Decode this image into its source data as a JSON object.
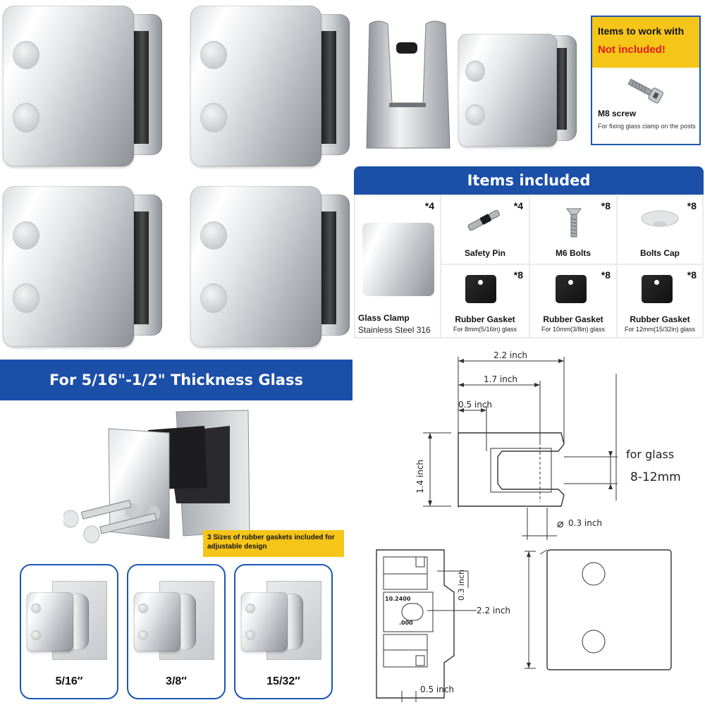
{
  "work_box": {
    "title_line1": "Items to work with",
    "title_line2": "Not included!",
    "item_name": "M8 screw",
    "item_desc": "For fixing glass clamp on the posts"
  },
  "included": {
    "title": "Items included",
    "clamp": {
      "qty": "*4",
      "name": "Glass Clamp",
      "material": "Stainless Steel 316"
    },
    "safety_pin": {
      "qty": "*4",
      "name": "Safety Pin"
    },
    "bolts": {
      "qty": "*8",
      "name": "M6 Bolts"
    },
    "bolts_cap": {
      "qty": "*8",
      "name": "Bolts Cap"
    },
    "gaskets": [
      {
        "qty": "*8",
        "name": "Rubber Gasket",
        "desc": "For 8mm(5/16in) glass"
      },
      {
        "qty": "*8",
        "name": "Rubber Gasket",
        "desc": "For 10mm(3/8in) glass"
      },
      {
        "qty": "*8",
        "name": "Rubber Gasket",
        "desc": "For 12mm(15/32in) glass"
      }
    ]
  },
  "thickness_banner": "For 5/16\"-1/2\" Thickness Glass",
  "gasket_note": "3 Sizes of rubber gaskets included for adjustable design",
  "sizes": [
    "5/16″",
    "3/8″",
    "15/32″"
  ],
  "diagram": {
    "width_total": "2.2 inch",
    "width_inner": "1.7 inch",
    "width_small": "0.5 inch",
    "height": "1.4 inch",
    "glass_label": "for glass",
    "glass_range": "8-12mm",
    "pin_diameter": "0.3 inch",
    "slot_offset": "0.3 inch",
    "slot_width": "2.2 inch",
    "bottom_offset": "0.5 inch",
    "slot_text_top": "10.2400",
    "slot_text_bottom": ".000"
  },
  "colors": {
    "brand_blue": "#1b4fa8",
    "accent_yellow": "#f5c519",
    "alert_red": "#e41b13"
  }
}
